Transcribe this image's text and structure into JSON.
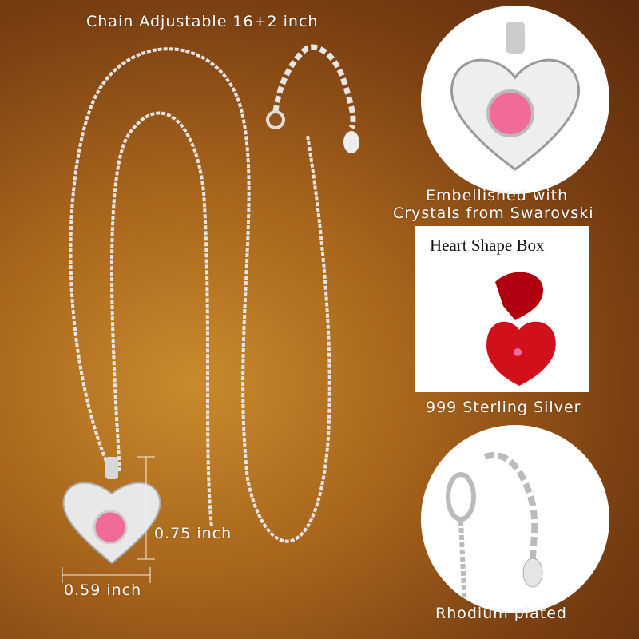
{
  "chain_label": "Chain Adjustable  16+2 inch",
  "crystal_label": {
    "line1": "Embellished with",
    "line2": "Crystals from Swarovski"
  },
  "box_title": "Heart Shape Box",
  "material_label": "999 Sterling Silver",
  "height_label": "0.75 inch",
  "width_label": "0.59 inch",
  "plating_label": "Rhodium plated",
  "colors": {
    "gem": "#f06a9a",
    "box": "#d0101a",
    "silver": "#dcdcdc"
  }
}
